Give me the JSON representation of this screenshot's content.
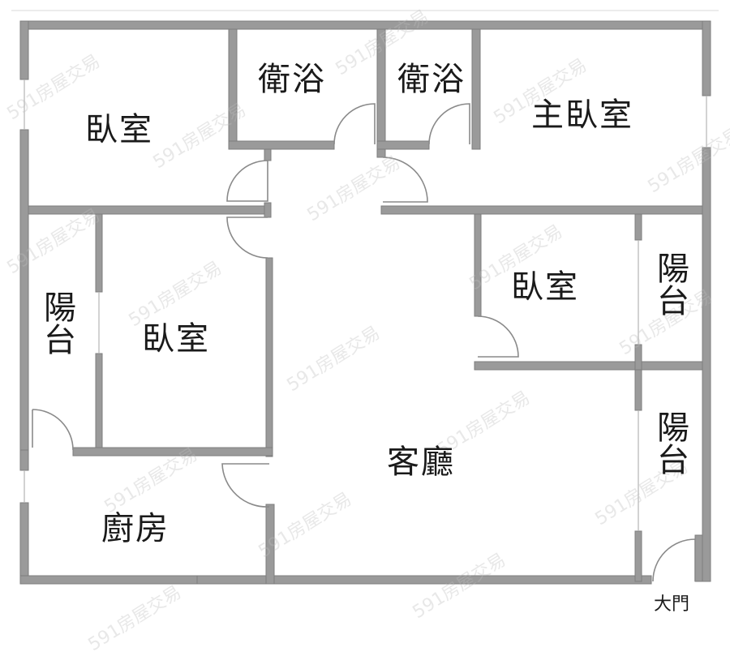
{
  "plan": {
    "rooms": [
      {
        "id": "bedroom-nw",
        "label": "臥室"
      },
      {
        "id": "bath-1",
        "label": "衛浴"
      },
      {
        "id": "bath-2",
        "label": "衛浴"
      },
      {
        "id": "master-bedroom",
        "label": "主臥室"
      },
      {
        "id": "balcony-west",
        "label": "陽台"
      },
      {
        "id": "bedroom-west",
        "label": "臥室"
      },
      {
        "id": "bedroom-east",
        "label": "臥室"
      },
      {
        "id": "balcony-east-upper",
        "label": "陽台"
      },
      {
        "id": "living-room",
        "label": "客廳"
      },
      {
        "id": "balcony-east-lower",
        "label": "陽台"
      },
      {
        "id": "kitchen",
        "label": "廚房"
      }
    ],
    "entrance_label": "大門",
    "watermark": "591房屋交易",
    "colors": {
      "wall": "#9a9a9a",
      "text": "#1a1a1a",
      "background": "#ffffff"
    }
  }
}
